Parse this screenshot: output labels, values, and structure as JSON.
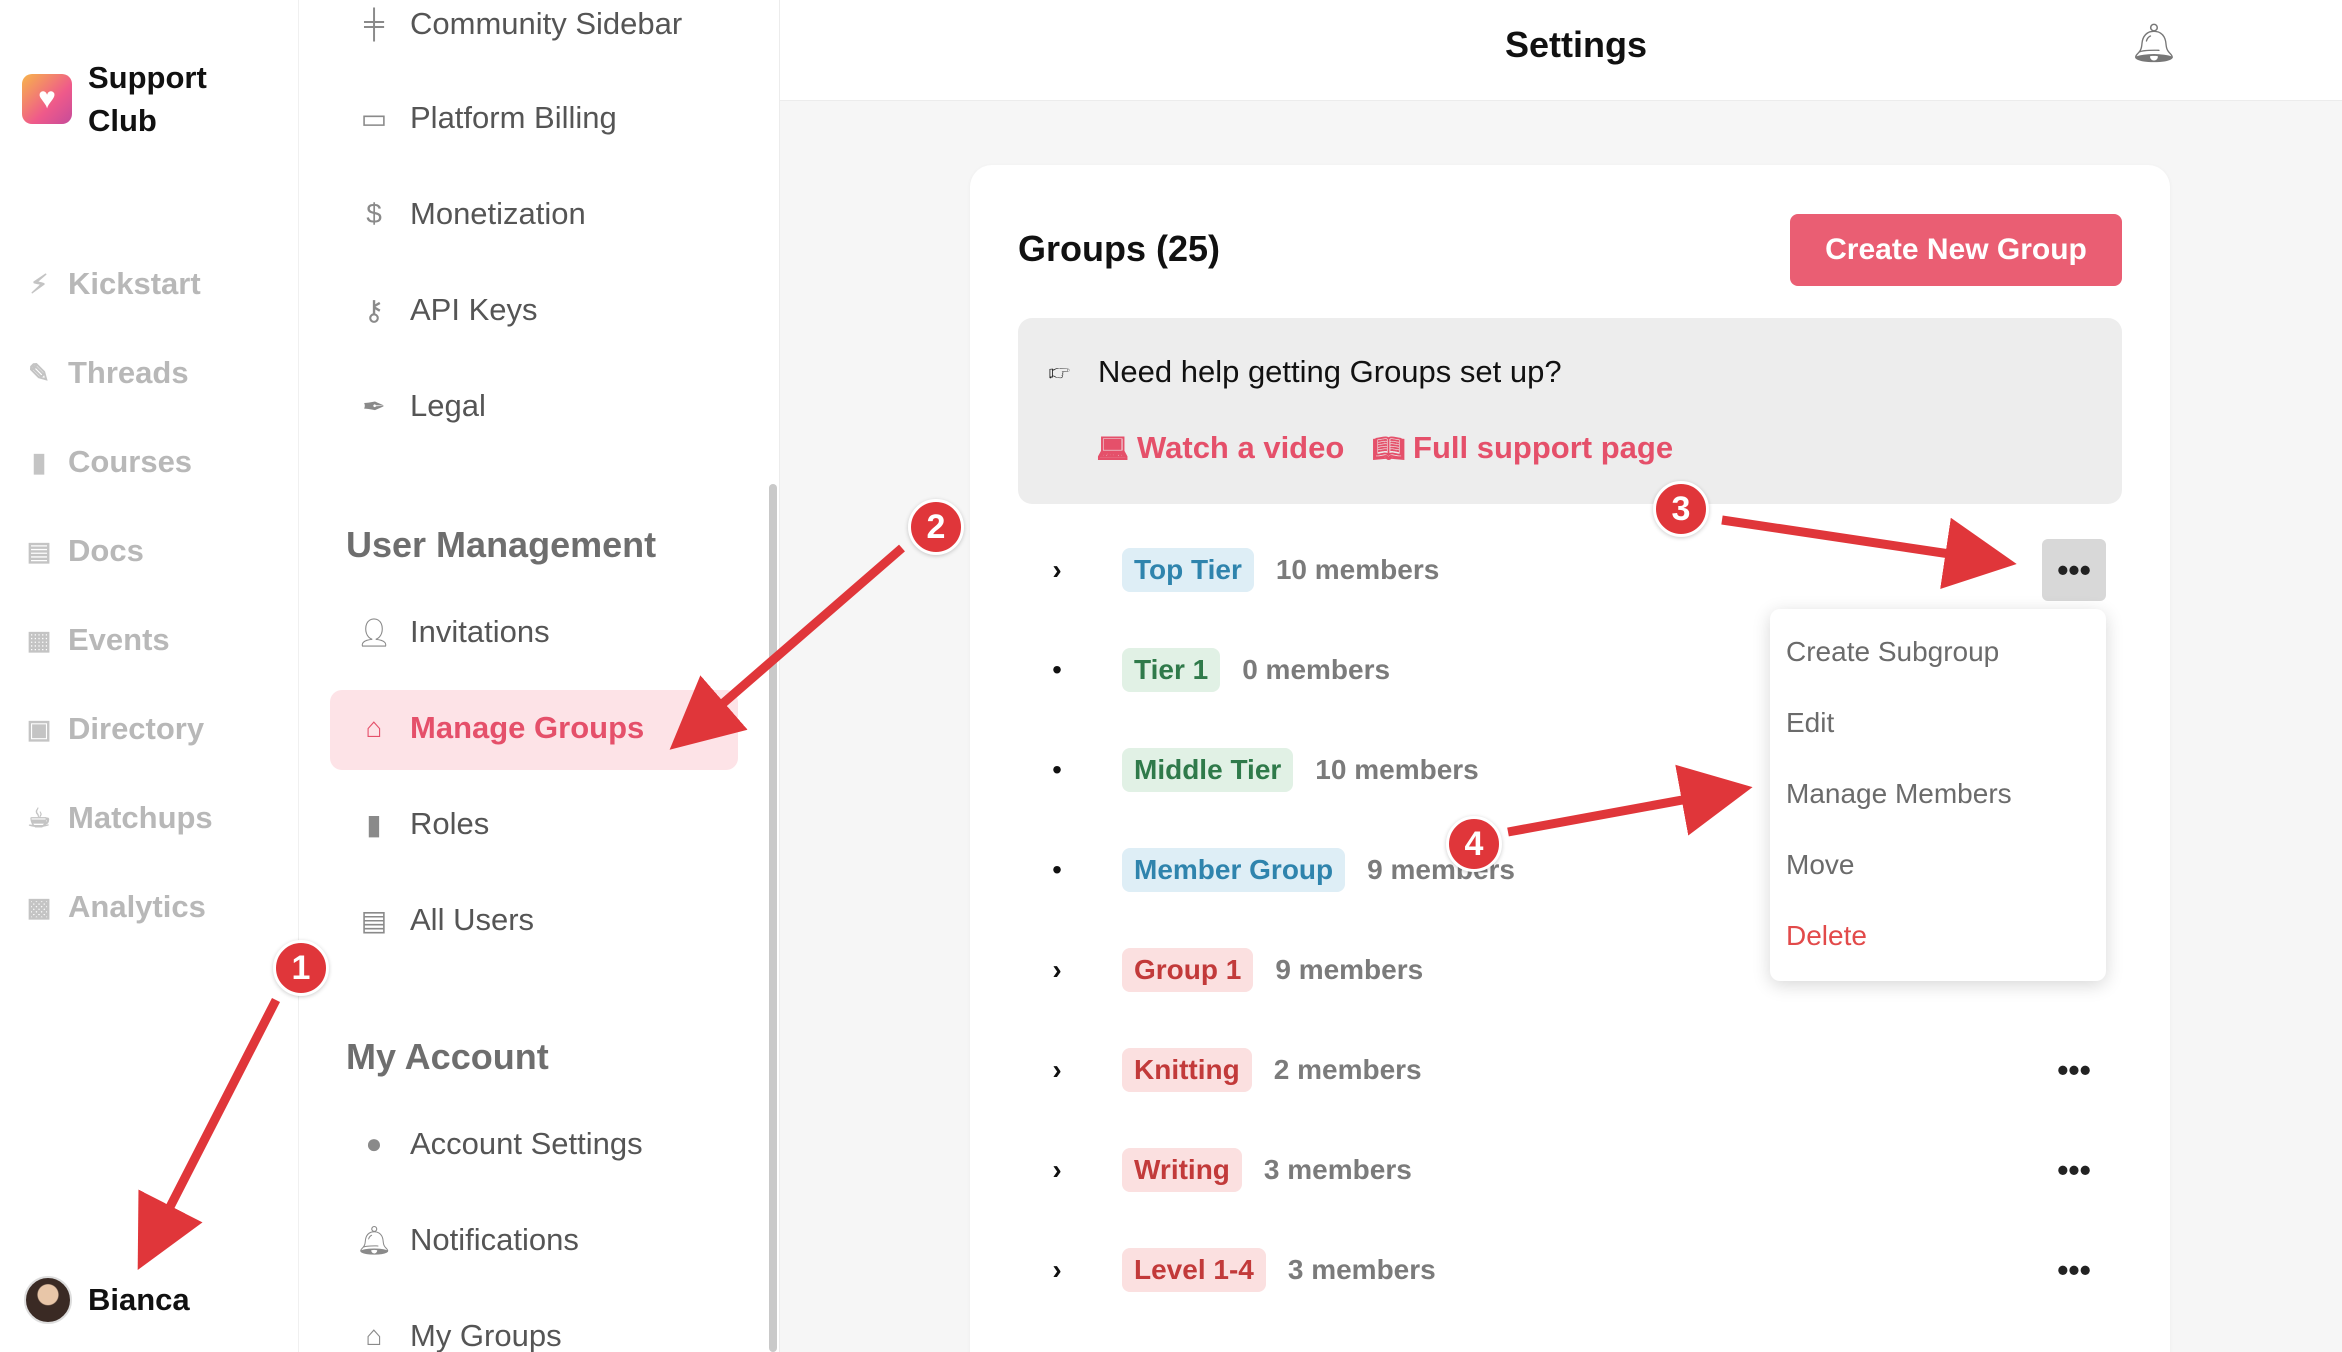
{
  "brand": {
    "logo_icon": "heart-icon",
    "name": "Support Club"
  },
  "app_nav": [
    {
      "label": "Kickstart",
      "icon": "bolt-icon"
    },
    {
      "label": "Threads",
      "icon": "feather-icon"
    },
    {
      "label": "Courses",
      "icon": "book-icon"
    },
    {
      "label": "Docs",
      "icon": "document-icon"
    },
    {
      "label": "Events",
      "icon": "calendar-icon"
    },
    {
      "label": "Directory",
      "icon": "address-book-icon"
    },
    {
      "label": "Matchups",
      "icon": "coffee-icon"
    },
    {
      "label": "Analytics",
      "icon": "chart-icon"
    }
  ],
  "user": {
    "name": "Bianca"
  },
  "settings_nav": {
    "items_top": [
      {
        "label": "Community Sidebar"
      },
      {
        "label": "Platform Billing"
      },
      {
        "label": "Monetization"
      },
      {
        "label": "API Keys"
      },
      {
        "label": "Legal"
      }
    ],
    "user_management_heading": "User Management",
    "user_management": [
      {
        "label": "Invitations"
      },
      {
        "label": "Manage Groups"
      },
      {
        "label": "Roles"
      },
      {
        "label": "All Users"
      }
    ],
    "my_account_heading": "My Account",
    "my_account": [
      {
        "label": "Account Settings"
      },
      {
        "label": "Notifications"
      },
      {
        "label": "My Groups"
      }
    ]
  },
  "header": {
    "title": "Settings"
  },
  "groups": {
    "title": "Groups (25)",
    "create_button": "Create New Group",
    "help": {
      "text": "Need help getting Groups set up?",
      "video_link": "Watch a video",
      "support_link": "Full support page"
    },
    "rows": [
      {
        "name": "Top Tier",
        "members": "10 members"
      },
      {
        "name": "Tier 1",
        "members": "0 members"
      },
      {
        "name": "Middle Tier",
        "members": "10 members"
      },
      {
        "name": "Member Group",
        "members": "9 members"
      },
      {
        "name": "Group 1",
        "members": "9 members"
      },
      {
        "name": "Knitting",
        "members": "2 members"
      },
      {
        "name": "Writing",
        "members": "3 members"
      },
      {
        "name": "Level 1-4",
        "members": "3 members"
      }
    ],
    "more_label": "•••"
  },
  "context_menu": {
    "items": [
      "Create Subgroup",
      "Edit",
      "Manage Members",
      "Move",
      "Delete"
    ]
  },
  "annotations": {
    "steps": [
      "1",
      "2",
      "3",
      "4"
    ],
    "color": "#e0363a"
  },
  "colors": {
    "accent": "#ea5e73",
    "link": "#e5506a"
  }
}
